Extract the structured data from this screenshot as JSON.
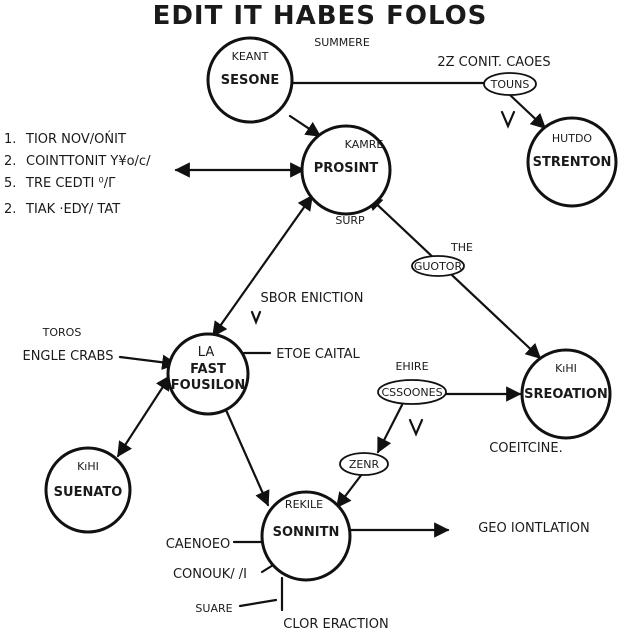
{
  "title": "EDIT IT HABES FOLOS",
  "list_items": [
    {
      "num": "1.",
      "text": "TIOR NOV/OŃIT"
    },
    {
      "num": "2.",
      "text": "COINTTONIT Υ¥o/c/"
    },
    {
      "num": "5.",
      "text": "TRE CEDTI ⁰/Γ"
    },
    {
      "num": "2.",
      "text": "TIAK ·EDY/ TAT"
    }
  ],
  "nodes": {
    "sesone": {
      "top": "KEANT",
      "main": "SESONE"
    },
    "prosint": {
      "top": "KAMRE",
      "main": "PROSINT"
    },
    "strenton": {
      "top": "HUTDO",
      "main": "STRENTON"
    },
    "fast_fousilon": {
      "top": "LA",
      "mid": "FAST",
      "main": "FOUSILON"
    },
    "sreoation": {
      "top": "KıHI",
      "main": "SREOATION"
    },
    "suenato": {
      "top": "KıHI",
      "main": "SUENATO"
    },
    "sonnitn": {
      "top": "REKILE",
      "main": "SONNITN"
    }
  },
  "pills": {
    "touns": "TOUNS",
    "guotor": "GUOTOR",
    "cssoones": "CSSOONES",
    "zenr": "ZENR"
  },
  "labels": {
    "summere": "SUMMERE",
    "cont_caoes": "2Z CONIT. CAOES",
    "surp": "SURP",
    "the": "THE",
    "sbor_eniction": "SBOR ENICTION",
    "toros": "TOROS",
    "engle_crabs": "ENGLE CRABS",
    "etoe_caital": "ETOE CAITAL",
    "ehire": "EHIRE",
    "coeitcine": "COEITCINE.",
    "geo_iontlation": "GEO IONTLATION",
    "caenoeo": "CAENOEO",
    "conouk": "CONOUK/ /I",
    "suare": "SUARE",
    "clor_eraction": "CLOR ERACTION"
  }
}
